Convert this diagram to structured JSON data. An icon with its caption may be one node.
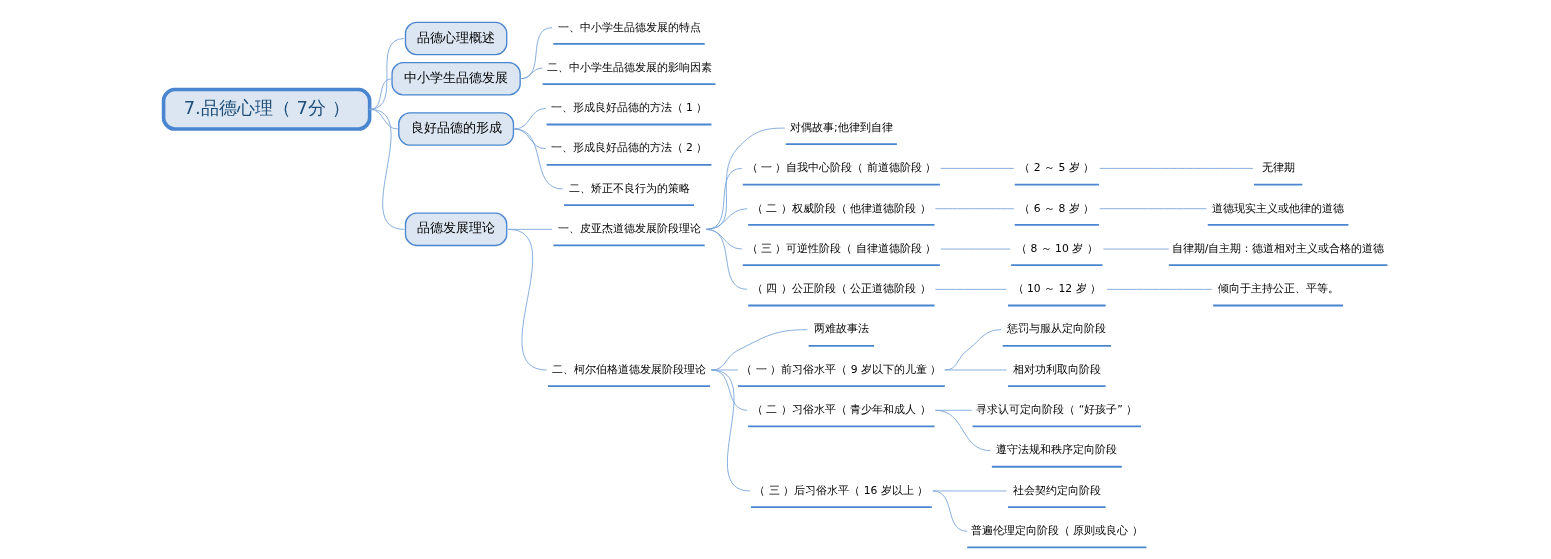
{
  "diagram": {
    "nodes": [
      {
        "text": [
          "7.品德心理（ 7分 ）"
        ]
      },
      {
        "text": [
          "品德心理概述"
        ]
      },
      {
        "text": [
          "中小学生品德发展"
        ]
      },
      {
        "text": [
          "一、中小学生品德发展的特点"
        ]
      },
      {
        "text": [
          "二、中小学生品德发展的影响因素"
        ]
      },
      {
        "text": [
          "良好品德的形成"
        ]
      },
      {
        "text": [
          "一、形成良好品德的方法（ 1 ）"
        ]
      },
      {
        "text": [
          "一、形成良好品德的方法（ 2 ）"
        ]
      },
      {
        "text": [
          "二、矫正不良行为的策略"
        ]
      },
      {
        "text": [
          "品德发展理论"
        ]
      },
      {
        "text": [
          "一、皮亚杰道德发展阶段理论"
        ]
      },
      {
        "text": [
          "对偶故事;他律到自律"
        ]
      },
      {
        "text": [
          "（ 一 ）自我中心阶段（ 前道德阶段 ）"
        ]
      },
      {
        "text": [
          "（ 2 ～ 5 岁 ）"
        ]
      },
      {
        "text": [
          "无律期"
        ]
      },
      {
        "text": [
          "（ 二 ）权威阶段（ 他律道德阶段 ）"
        ]
      },
      {
        "text": [
          "（ 6 ～ 8 岁 ）"
        ]
      },
      {
        "text": [
          "道德现实主义或他律的道德"
        ]
      },
      {
        "text": [
          "（ 三 ）可逆性阶段（ 自律道德阶段 ）"
        ]
      },
      {
        "text": [
          "（ 8 ～ 10 岁 ）"
        ]
      },
      {
        "text": [
          "自律期/自主期：德道相对主义或合格的道德"
        ]
      },
      {
        "text": [
          "（ 四 ）公正阶段（ 公正道德阶段 ）"
        ]
      },
      {
        "text": [
          "（ 10 ～ 12 岁 ）"
        ]
      },
      {
        "text": [
          "倾向于主持公正、平等。"
        ]
      },
      {
        "text": [
          "二、柯尔伯格道德发展阶段理论"
        ]
      },
      {
        "text": [
          "两难故事法"
        ]
      },
      {
        "text": [
          "（ 一 ）前习俗水平（ 9 岁以下的儿童 ）"
        ]
      },
      {
        "text": [
          "惩罚与服从定向阶段"
        ]
      },
      {
        "text": [
          "相对功利取向阶段"
        ]
      },
      {
        "text": [
          "（ 二 ）习俗水平（ 青少年和成人 ）"
        ]
      },
      {
        "text": [
          "寻求认可定向阶段（ “好孩子” ）"
        ]
      },
      {
        "text": [
          "遵守法规和秩序定向阶段"
        ]
      },
      {
        "text": [
          "（ 三 ）后习俗水平（ 16 岁以上 ）"
        ]
      },
      {
        "text": [
          "社会契约定向阶段"
        ]
      },
      {
        "text": [
          "普遍伦理定向阶段（ 原则或良心 ）"
        ]
      }
    ],
    "edges": [
      {
        "from": 0,
        "to": 1,
        "arrow": "none"
      },
      {
        "from": 0,
        "to": 2,
        "arrow": "none"
      },
      {
        "from": 2,
        "to": 3,
        "arrow": "none"
      },
      {
        "from": 2,
        "to": 4,
        "arrow": "none"
      },
      {
        "from": 0,
        "to": 5,
        "arrow": "none"
      },
      {
        "from": 5,
        "to": 6,
        "arrow": "none"
      },
      {
        "from": 5,
        "to": 7,
        "arrow": "none"
      },
      {
        "from": 5,
        "to": 8,
        "arrow": "none"
      },
      {
        "from": 0,
        "to": 9,
        "arrow": "none"
      },
      {
        "from": 9,
        "to": 10,
        "arrow": "none"
      },
      {
        "from": 10,
        "to": 11,
        "arrow": "none"
      },
      {
        "from": 10,
        "to": 12,
        "arrow": "none"
      },
      {
        "from": 12,
        "to": 13,
        "arrow": "none"
      },
      {
        "from": 13,
        "to": 14,
        "arrow": "none"
      },
      {
        "from": 10,
        "to": 15,
        "arrow": "none"
      },
      {
        "from": 15,
        "to": 16,
        "arrow": "none"
      },
      {
        "from": 16,
        "to": 17,
        "arrow": "none"
      },
      {
        "from": 10,
        "to": 18,
        "arrow": "none"
      },
      {
        "from": 18,
        "to": 19,
        "arrow": "none"
      },
      {
        "from": 19,
        "to": 20,
        "arrow": "none"
      },
      {
        "from": 10,
        "to": 21,
        "arrow": "none"
      },
      {
        "from": 21,
        "to": 22,
        "arrow": "none"
      },
      {
        "from": 22,
        "to": 23,
        "arrow": "none"
      },
      {
        "from": 9,
        "to": 24,
        "arrow": "none"
      },
      {
        "from": 24,
        "to": 25,
        "arrow": "none"
      },
      {
        "from": 24,
        "to": 26,
        "arrow": "none"
      },
      {
        "from": 26,
        "to": 27,
        "arrow": "none"
      },
      {
        "from": 26,
        "to": 28,
        "arrow": "none"
      },
      {
        "from": 24,
        "to": 29,
        "arrow": "none"
      },
      {
        "from": 29,
        "to": 30,
        "arrow": "none"
      },
      {
        "from": 29,
        "to": 31,
        "arrow": "none"
      },
      {
        "from": 24,
        "to": 32,
        "arrow": "none"
      },
      {
        "from": 32,
        "to": 33,
        "arrow": "none"
      },
      {
        "from": 32,
        "to": 34,
        "arrow": "none"
      }
    ]
  }
}
